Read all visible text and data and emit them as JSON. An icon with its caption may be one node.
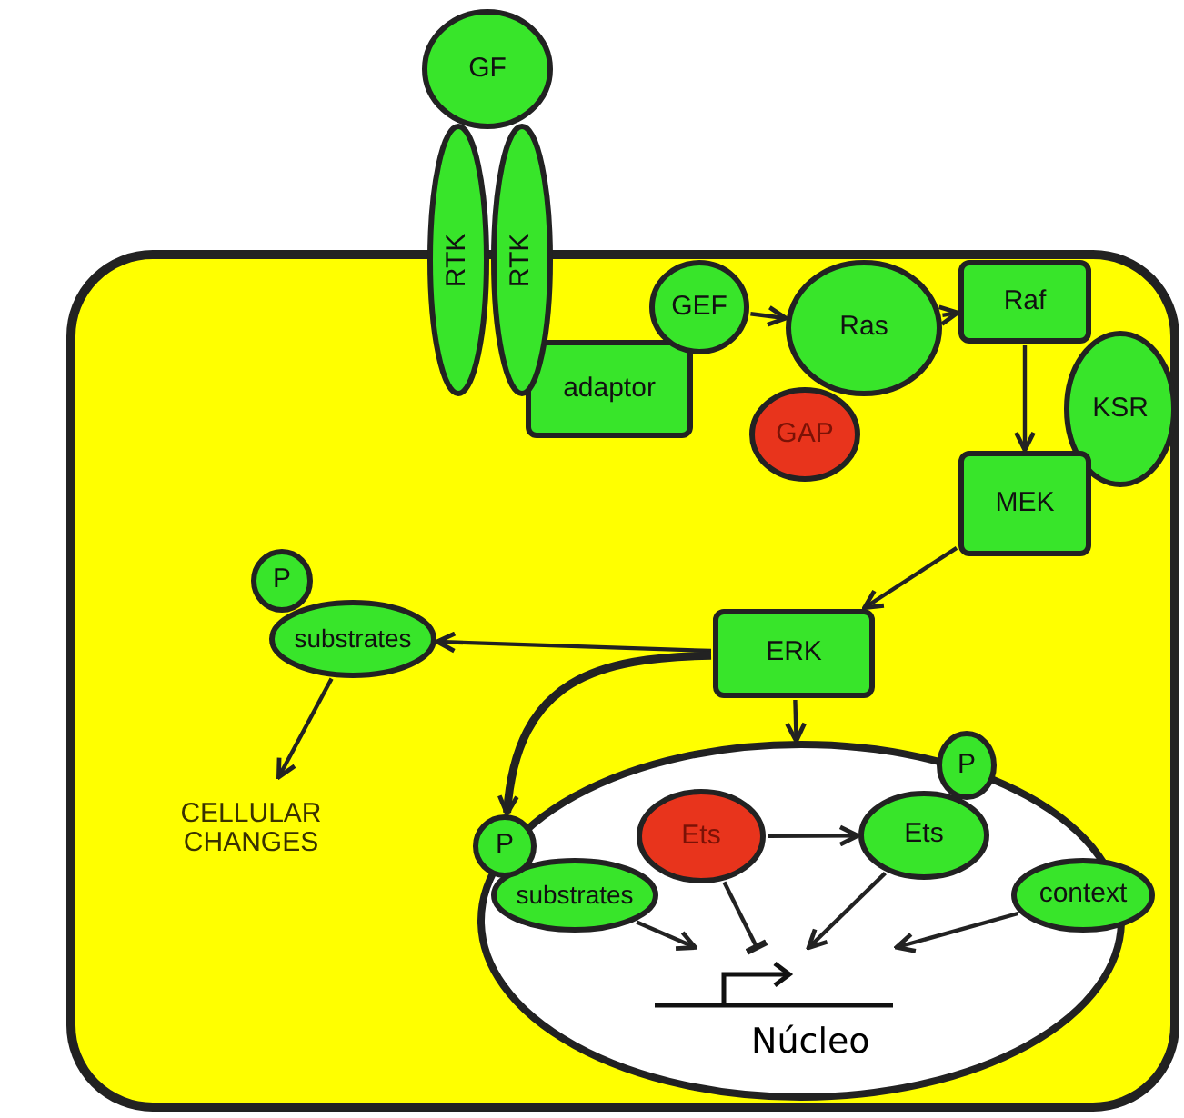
{
  "diagram": {
    "nodes": [
      {
        "text": [],
        "shape": "box"
      },
      {
        "text": [
          "GF"
        ]
      },
      {
        "text": [
          "RTK"
        ]
      },
      {
        "text": [
          "RTK"
        ]
      },
      {
        "text": [
          "adaptor"
        ],
        "in": 0
      },
      {
        "text": [
          "GEF"
        ],
        "in": 0
      },
      {
        "text": [
          "Ras"
        ],
        "in": 0
      },
      {
        "text": [
          "Raf"
        ],
        "in": 0
      },
      {
        "text": [
          "GAP"
        ],
        "in": 0
      },
      {
        "text": [
          "KSR"
        ],
        "in": 0
      },
      {
        "text": [
          "MEK"
        ],
        "in": 0
      },
      {
        "text": [
          "ERK"
        ],
        "in": 0
      },
      {
        "text": [
          "P"
        ],
        "in": 0
      },
      {
        "text": [
          "substrates"
        ],
        "in": 0
      },
      {
        "text": [
          "CELLULAR CHANGES"
        ],
        "in": 0
      },
      {
        "text": [
          "Núcleo"
        ],
        "in": 0
      },
      {
        "text": [
          "P"
        ],
        "in": 0
      },
      {
        "text": [
          "substrates"
        ],
        "in": 15
      },
      {
        "text": [
          "Ets"
        ],
        "in": 15
      },
      {
        "text": [
          "Ets"
        ],
        "in": 15
      },
      {
        "text": [
          "P"
        ],
        "in": 0
      },
      {
        "text": [
          "context"
        ],
        "in": 0
      },
      {
        "text": [],
        "shape": "bar",
        "in": 15
      }
    ],
    "edges": [
      {
        "from": 5,
        "to": 6,
        "arrow": "to"
      },
      {
        "from": 6,
        "to": 7,
        "arrow": "to"
      },
      {
        "from": 7,
        "to": 10,
        "arrow": "to"
      },
      {
        "from": 10,
        "to": 11,
        "arrow": "to"
      },
      {
        "from": 11,
        "to": 13,
        "arrow": "to"
      },
      {
        "from": 13,
        "to": 14,
        "arrow": "to"
      },
      {
        "from": 11,
        "to": 16,
        "arrow": "to",
        "style": "thick"
      },
      {
        "from": 11,
        "to": 15,
        "arrow": "to"
      },
      {
        "from": 18,
        "to": 19,
        "arrow": "to"
      },
      {
        "from": 17,
        "to": 22,
        "arrow": "to"
      },
      {
        "from": 18,
        "to": 22,
        "arrow": "other"
      },
      {
        "from": 19,
        "to": 22,
        "arrow": "to"
      },
      {
        "from": 21,
        "to": 22,
        "arrow": "to"
      }
    ]
  }
}
